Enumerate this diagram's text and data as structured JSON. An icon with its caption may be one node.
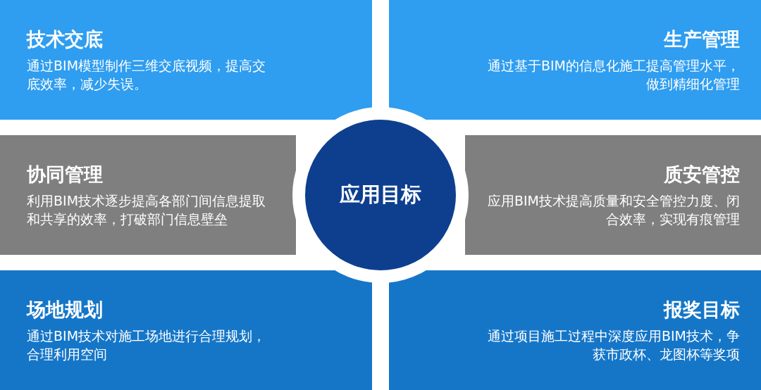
{
  "diagram": {
    "nodes": [
      {
        "text": [
          "技术交底",
          "通过BIM模型制作三维交底视频，提高交底效率，减少失误。"
        ]
      },
      {
        "text": [
          "生产管理",
          "通过基于BIM的信息化施工提高管理水平，做到精细化管理"
        ]
      },
      {
        "text": [
          "协同管理",
          "利用BIM技术逐步提高各部门间信息提取和共享的效率，打破部门信息壁垒"
        ]
      },
      {
        "text": [
          "应用目标"
        ]
      },
      {
        "text": [
          "质安管控",
          "应用BIM技术提高质量和安全管控力度、闭合效率，实现有痕管理"
        ]
      },
      {
        "text": [
          "场地规划",
          "通过BIM技术对施工场地进行合理规划，合理利用空间"
        ]
      },
      {
        "text": [
          "报奖目标",
          "通过项目施工过程中深度应用BIM技术，争获市政杯、龙图杯等奖项"
        ]
      }
    ]
  }
}
